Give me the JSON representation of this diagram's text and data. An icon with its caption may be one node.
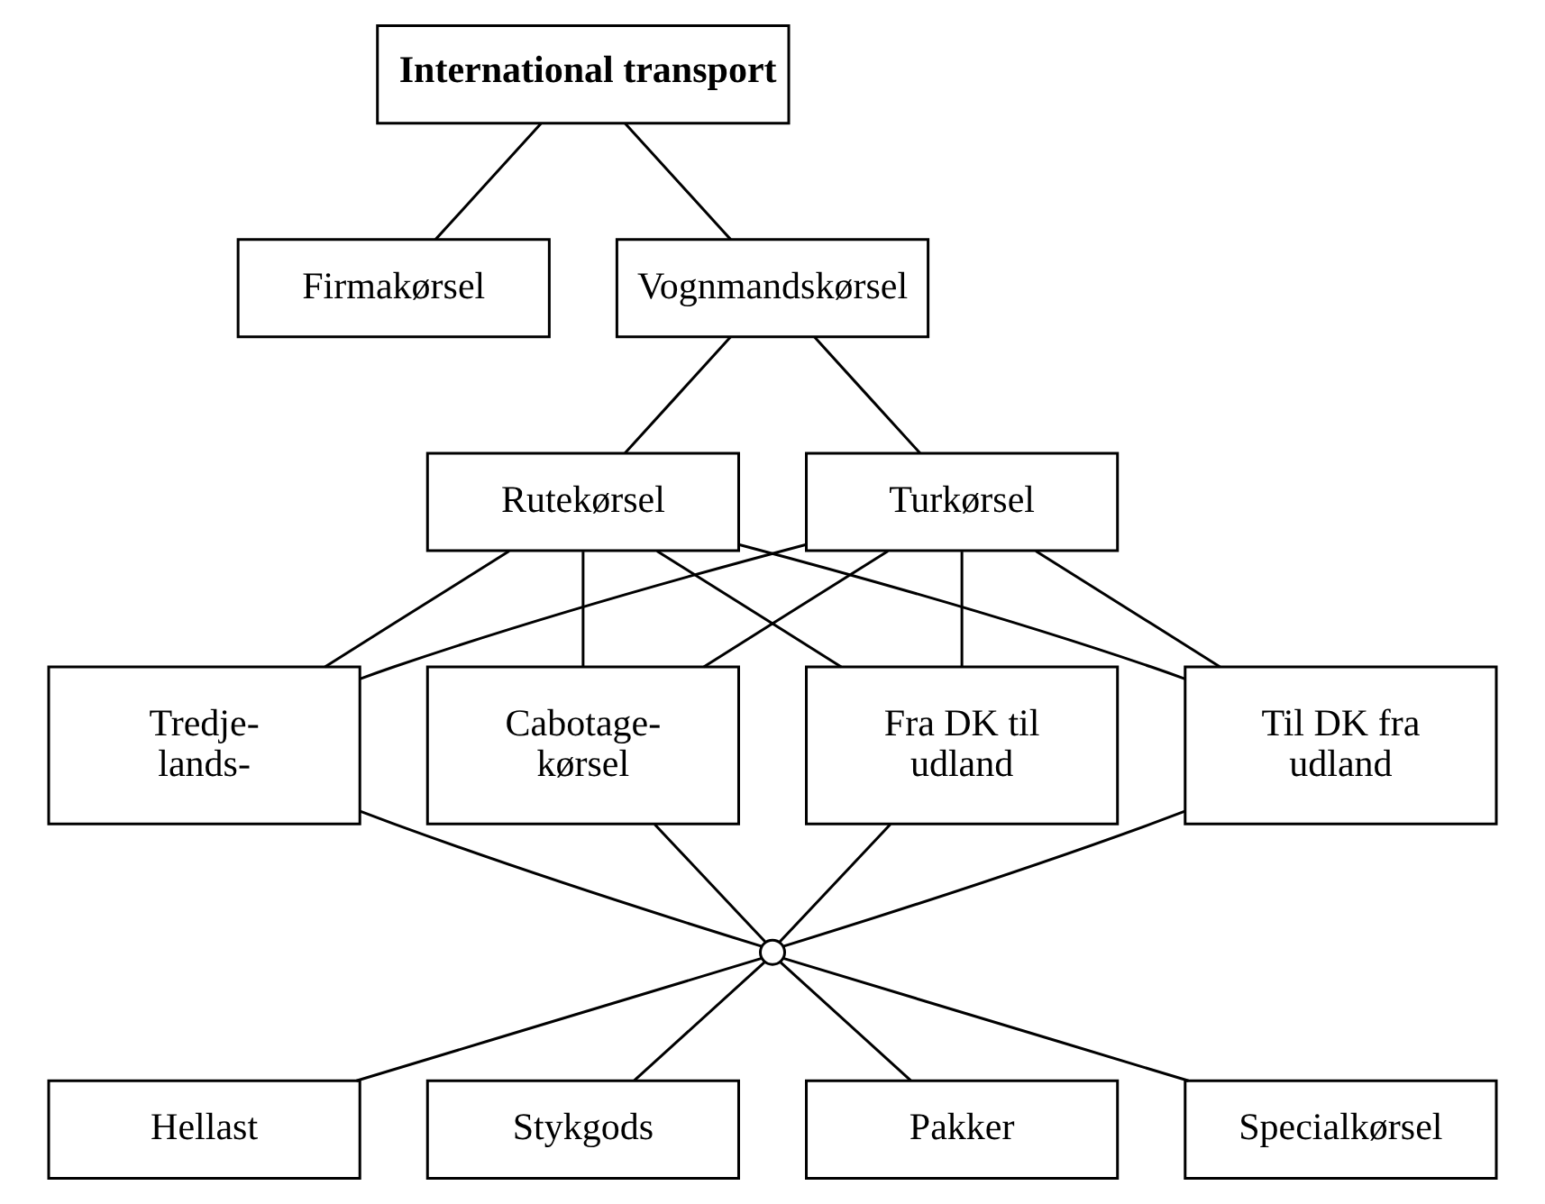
{
  "diagram": {
    "nodes": [
      {
        "text": [
          "International transport"
        ]
      },
      {
        "text": [
          "Firmakørsel"
        ]
      },
      {
        "text": [
          "Vognmandskørsel"
        ]
      },
      {
        "text": [
          "Rutekørsel"
        ]
      },
      {
        "text": [
          "Turkørsel"
        ]
      },
      {
        "text": [
          "Fra DK til udland"
        ]
      },
      {
        "text": [
          "Til DK fra udland"
        ]
      },
      {
        "text": [
          "Tredje- lands-"
        ]
      },
      {
        "text": [
          "Cabotage- kørsel"
        ]
      },
      {
        "text": [],
        "shape": "circle"
      },
      {
        "text": [
          "Hellast"
        ]
      },
      {
        "text": [
          "Stykgods"
        ]
      },
      {
        "text": [
          "Pakker"
        ]
      },
      {
        "text": [
          "Specialkørsel"
        ]
      }
    ],
    "edges": [
      {
        "from": 0,
        "to": 1,
        "arrow": "none"
      },
      {
        "from": 0,
        "to": 2,
        "arrow": "none"
      },
      {
        "from": 2,
        "to": 3,
        "arrow": "none"
      },
      {
        "from": 2,
        "to": 4,
        "arrow": "none"
      },
      {
        "from": 3,
        "to": 5,
        "arrow": "none"
      },
      {
        "from": 3,
        "to": 6,
        "arrow": "none"
      },
      {
        "from": 3,
        "to": 7,
        "arrow": "none"
      },
      {
        "from": 3,
        "to": 8,
        "arrow": "none"
      },
      {
        "from": 4,
        "to": 5,
        "arrow": "none"
      },
      {
        "from": 4,
        "to": 6,
        "arrow": "none"
      },
      {
        "from": 4,
        "to": 7,
        "arrow": "none"
      },
      {
        "from": 4,
        "to": 8,
        "arrow": "none"
      },
      {
        "from": 5,
        "to": 9,
        "arrow": "none"
      },
      {
        "from": 6,
        "to": 9,
        "arrow": "none"
      },
      {
        "from": 7,
        "to": 9,
        "arrow": "none"
      },
      {
        "from": 8,
        "to": 9,
        "arrow": "none"
      },
      {
        "from": 9,
        "to": 10,
        "arrow": "none"
      },
      {
        "from": 9,
        "to": 11,
        "arrow": "none"
      },
      {
        "from": 9,
        "to": 12,
        "arrow": "none"
      },
      {
        "from": 9,
        "to": 13,
        "arrow": "none"
      }
    ]
  }
}
